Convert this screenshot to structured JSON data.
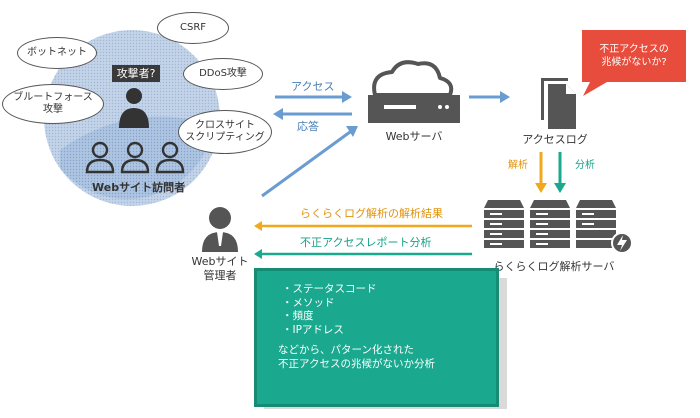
{
  "bubbles": {
    "csrf": "CSRF",
    "botnet": "ボットネット",
    "ddos": "DDoS攻撃",
    "brute_force": "ブルートフォース\n攻撃",
    "xss": "クロスサイト\nスクリプティング"
  },
  "attacker_label": "攻撃者?",
  "visitors_label": "Webサイト訪問者",
  "arrows": {
    "access": "アクセス",
    "response": "応答",
    "analysis": "解析",
    "distribution": "分析"
  },
  "web_server_label": "Webサーバ",
  "access_log_label": "アクセスログ",
  "warning_text": "不正アクセスの\n兆候がないか?",
  "analysis_server_label": "らくらくログ解析サーバ",
  "admin_label_line1": "Webサイト",
  "admin_label_line2": "管理者",
  "results_label": "らくらくログ解析の解析結果",
  "report_label": "不正アクセスレポート分析",
  "analysis_points": [
    "・ステータスコード",
    "・メソッド",
    "・頻度",
    "・IPアドレス"
  ],
  "analysis_summary_line1": "などから、パターン化された",
  "analysis_summary_line2": "不正アクセスの兆候がないか分析",
  "colors": {
    "blue_arrow": "#6a9bd1",
    "orange": "#f0a81c",
    "teal": "#1aa98e",
    "warning": "#e74c3c",
    "circle": "#b8cde6"
  }
}
